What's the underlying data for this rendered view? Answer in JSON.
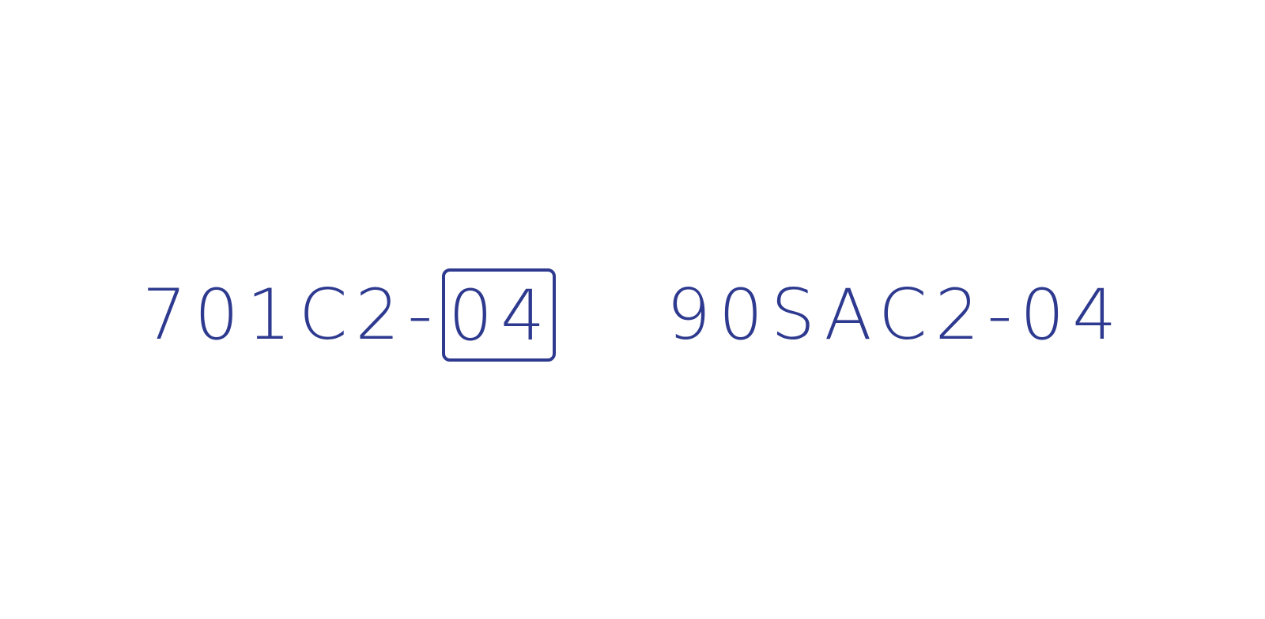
{
  "colors": {
    "ink": "#2e3a8f"
  },
  "left_code": {
    "prefix": "701C2-",
    "highlighted": "04"
  },
  "right_code": {
    "text": "90SAC2-04"
  }
}
